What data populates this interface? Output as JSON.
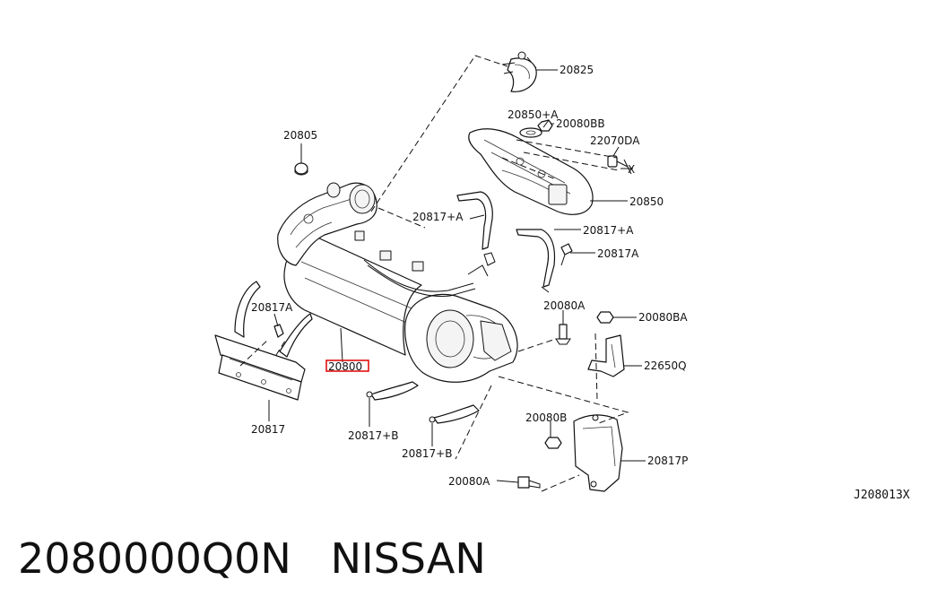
{
  "labels": {
    "p20825": "20825",
    "p20850A": "20850+A",
    "p20080BB": "20080BB",
    "p22070DA": "22070DA",
    "p20805": "20805",
    "p20850": "20850",
    "p20817A_top": "20817+A",
    "p20817A_mid": "20817+A",
    "p20817Aa": "20817A",
    "p20817Ab": "20817A",
    "p20080A_mid": "20080A",
    "p20080BA": "20080BA",
    "p22650Q": "22650Q",
    "p20800": "20800",
    "p20817": "20817",
    "p20817B_a": "20817+B",
    "p20817B_b": "20817+B",
    "p20080B": "20080B",
    "p20817P": "20817P",
    "p20080A_bot": "20080A",
    "x_mark": "X"
  },
  "diagram_ref": "J208013X",
  "caption": {
    "part_number": "2080000Q0N",
    "brand": "NISSAN"
  },
  "highlight_color": "#e01010"
}
